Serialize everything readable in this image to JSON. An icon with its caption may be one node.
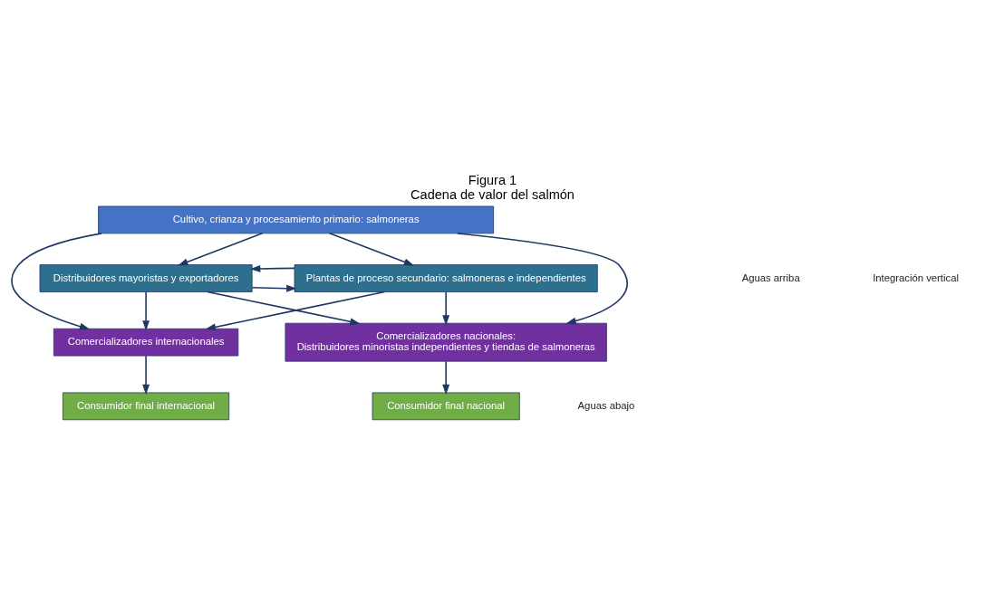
{
  "diagram": {
    "title": "Figura 1",
    "caption": "Cadena de valor del salmón",
    "nodes": [
      {
        "text": [
          "Cultivo, crianza y procesamiento primario: salmoneras"
        ]
      },
      {
        "text": [
          "Distribuidores mayoristas y exportadores"
        ]
      },
      {
        "text": [
          "Plantas de proceso secundario: salmoneras e independientes"
        ]
      },
      {
        "text": [
          "Comercializadores internacionales"
        ]
      },
      {
        "text": [
          "Comercializadores nacionales:",
          "Distribuidores minoristas independientes y tiendas de salmoneras"
        ]
      },
      {
        "text": [
          "Consumidor final internacional"
        ]
      },
      {
        "text": [
          "Consumidor final nacional"
        ]
      }
    ],
    "edges": [
      {
        "from": 0,
        "to": 3,
        "arrow": "to"
      },
      {
        "from": 0,
        "to": 1,
        "arrow": "to"
      },
      {
        "from": 0,
        "to": 2,
        "arrow": "to"
      },
      {
        "from": 0,
        "to": 4,
        "arrow": "to"
      },
      {
        "from": 1,
        "to": 2,
        "arrow": "to"
      },
      {
        "from": 2,
        "to": 1,
        "arrow": "to"
      },
      {
        "from": 1,
        "to": 3,
        "arrow": "to"
      },
      {
        "from": 1,
        "to": 4,
        "arrow": "to"
      },
      {
        "from": 2,
        "to": 3,
        "arrow": "to"
      },
      {
        "from": 2,
        "to": 4,
        "arrow": "to"
      },
      {
        "from": 3,
        "to": 5,
        "arrow": "to"
      },
      {
        "from": 4,
        "to": 6,
        "arrow": "to"
      }
    ],
    "labels": [
      "Aguas arriba",
      "Integración vertical",
      "Aguas abajo"
    ]
  }
}
